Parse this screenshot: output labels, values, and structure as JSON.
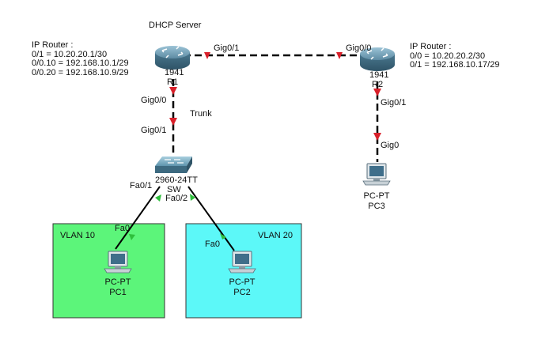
{
  "devices": {
    "dhcp_label": "DHCP Server",
    "r1": {
      "model": "1941",
      "name": "R1"
    },
    "r2": {
      "model": "1941",
      "name": "R2"
    },
    "sw": {
      "model": "2960-24TT",
      "name": "SW"
    },
    "pc1": {
      "type": "PC-PT",
      "name": "PC1"
    },
    "pc2": {
      "type": "PC-PT",
      "name": "PC2"
    },
    "pc3": {
      "type": "PC-PT",
      "name": "PC3"
    }
  },
  "ports": {
    "r1_gig01": "Gig0/1",
    "r2_gig00": "Gig0/0",
    "r1_gig00": "Gig0/0",
    "trunk": "Trunk",
    "sw_gig01": "Gig0/1",
    "sw_fa01": "Fa0/1",
    "sw_fa02": "Fa0/2",
    "pc1_fa0": "Fa0",
    "pc2_fa0": "Fa0",
    "r2_gig01": "Gig0/1",
    "pc3_gig0": "Gig0"
  },
  "notes": {
    "r1": {
      "title": "IP Router :",
      "lines": [
        "0/1 = 10.20.20.1/30",
        "0/0.10 = 192.168.10.1/29",
        "0/0.20 = 192.168.10.9/29"
      ]
    },
    "r2": {
      "title": "IP Router :",
      "lines": [
        "0/0 = 10.20.20.2/30",
        "0/1 = 192.168.10.17/29"
      ]
    }
  },
  "vlans": {
    "vlan10": {
      "label": "VLAN 10",
      "color": "#5cf57a"
    },
    "vlan20": {
      "label": "VLAN 20",
      "color": "#5cf8f8"
    }
  },
  "colors": {
    "link": "#000000",
    "link_down": "#d9202a",
    "link_up": "#2fbf3c",
    "router_body": "#5d8ba3",
    "switch_body": "#4f86a0"
  }
}
